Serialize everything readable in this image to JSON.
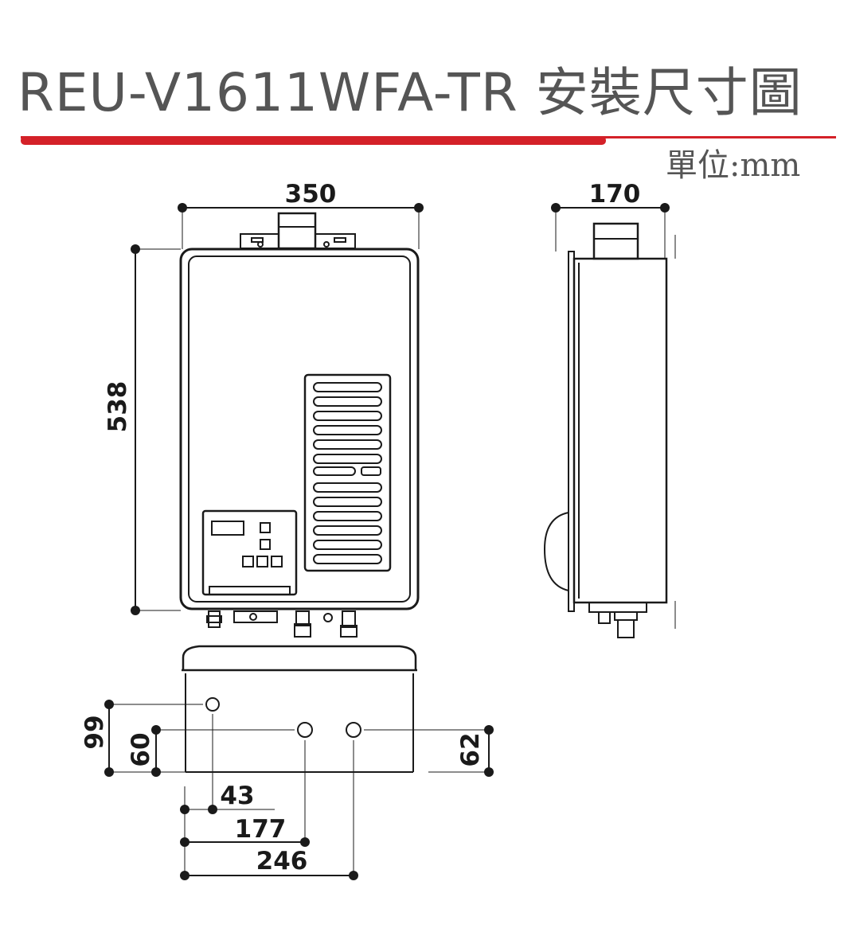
{
  "title": "REU-V1611WFA-TR 安裝尺寸圖",
  "unit_label": "單位:mm",
  "colors": {
    "accent_rule": "#d42128",
    "line": "#1a1a1a",
    "title_text": "#555555"
  },
  "front_view": {
    "width_label": "350",
    "height_label": "538"
  },
  "side_view": {
    "depth_label": "170"
  },
  "bottom_view": {
    "height_labels": [
      "99",
      "60",
      "62"
    ],
    "offset_labels": [
      "43",
      "177",
      "246"
    ]
  }
}
